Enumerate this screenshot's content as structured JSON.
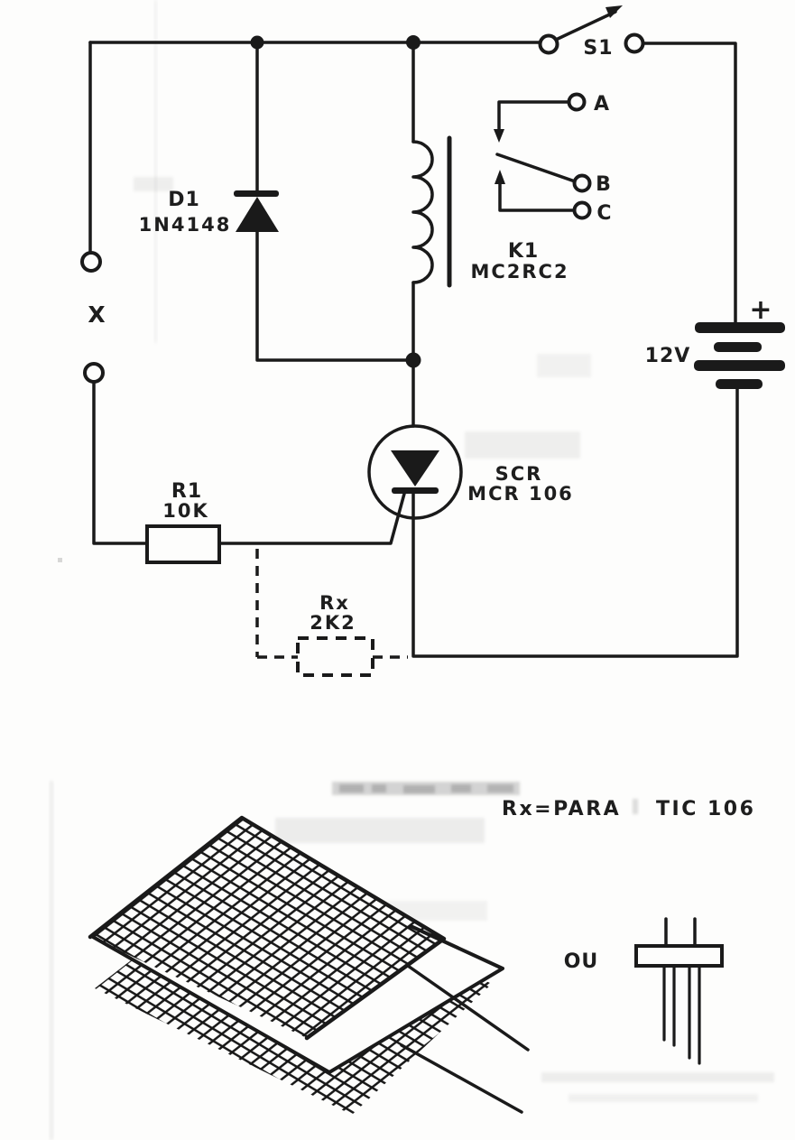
{
  "schematic": {
    "switch_s1": {
      "ref": "S1"
    },
    "relay_k1": {
      "ref": "K1",
      "part": "MC2RC2",
      "contacts": {
        "a": "A",
        "b": "B",
        "c": "C"
      }
    },
    "diode_d1": {
      "ref": "D1",
      "part": "1N4148"
    },
    "input_terminals": {
      "ref": "X"
    },
    "battery": {
      "voltage": "12V",
      "polarity": "+"
    },
    "scr": {
      "ref": "SCR",
      "part": "MCR 106"
    },
    "resistor_r1": {
      "ref": "R1",
      "value": "10K"
    },
    "resistor_rx": {
      "ref": "Rx",
      "value": "2K2"
    }
  },
  "caption": {
    "rx_note": "Rx=PARA",
    "rx_note_part": "TIC 106"
  },
  "sensor": {
    "or_label": "OU"
  }
}
